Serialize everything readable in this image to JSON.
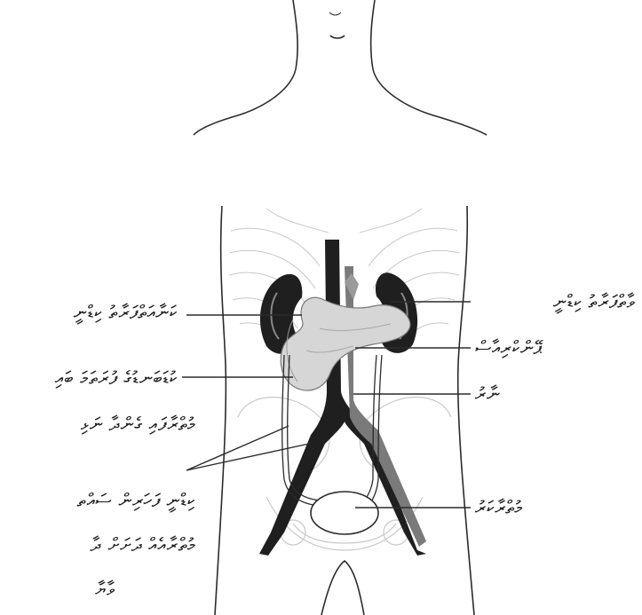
{
  "labels": {
    "left_adrenal_right_kidney": "ކަނާއަތްފަރާތު ކިޑްނީ",
    "left_duodenum": "ކުޑަބަނޑުގެ ފުރަތަމަ ބައި",
    "left_ureters_line1": "މުތްރާފައި ގެންދާ ނަޅި",
    "left_ureters_line2": "ކިޑްނީ ފަހަރިން ސައްތ",
    "left_bottom_line1": "މުތްރާއެއް ދަށަށް ދާ",
    "left_bottom_line2": "ވާޔާ",
    "right_kidney": "ވާތްފަރާތު ކިޑްނީ",
    "right_pancreas": "ޕޭންކްރިއާސް",
    "right_vein": "ނާރު",
    "right_bladder": "މުތްރާކަރު"
  },
  "colors": {
    "line": "#2b2b2b",
    "organ_dark": "#1f1f1f",
    "organ_gray": "#b8b8b8",
    "faint": "#c9c9c9"
  }
}
